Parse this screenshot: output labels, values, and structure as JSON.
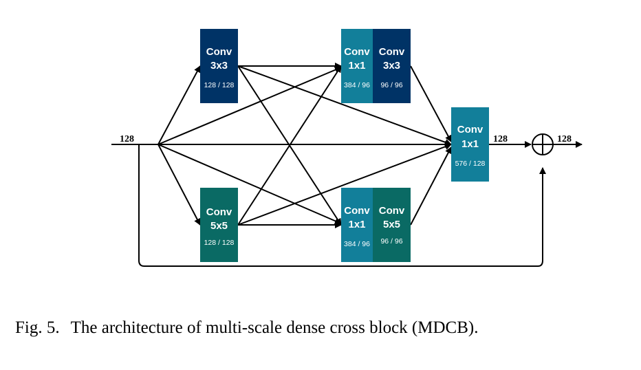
{
  "colors": {
    "conv3": "#003366",
    "conv5": "#0a6a64",
    "conv1": "#127f9a",
    "edge": "#000000"
  },
  "blocks": {
    "conv3": {
      "title1": "Conv",
      "title2": "3x3",
      "channels": "128 / 128"
    },
    "conv5": {
      "title1": "Conv",
      "title2": "5x5",
      "channels": "128 / 128"
    },
    "top_1x1": {
      "title1": "Conv",
      "title2": "1x1",
      "channels": "384 / 96"
    },
    "top_3x3": {
      "title1": "Conv",
      "title2": "3x3",
      "channels": "96 / 96"
    },
    "bot_1x1": {
      "title1": "Conv",
      "title2": "1x1",
      "channels": "384 / 96"
    },
    "bot_5x5": {
      "title1": "Conv",
      "title2": "5x5",
      "channels": "96 / 96"
    },
    "final_1x1": {
      "title1": "Conv",
      "title2": "1x1",
      "channels": "576 / 128"
    }
  },
  "edge_labels": {
    "input": "128",
    "after_final": "128",
    "output": "128"
  },
  "symbols": {
    "add": "⊕"
  },
  "caption": {
    "number": "Fig. 5.",
    "text": "The architecture of multi-scale dense cross block (MDCB)."
  }
}
